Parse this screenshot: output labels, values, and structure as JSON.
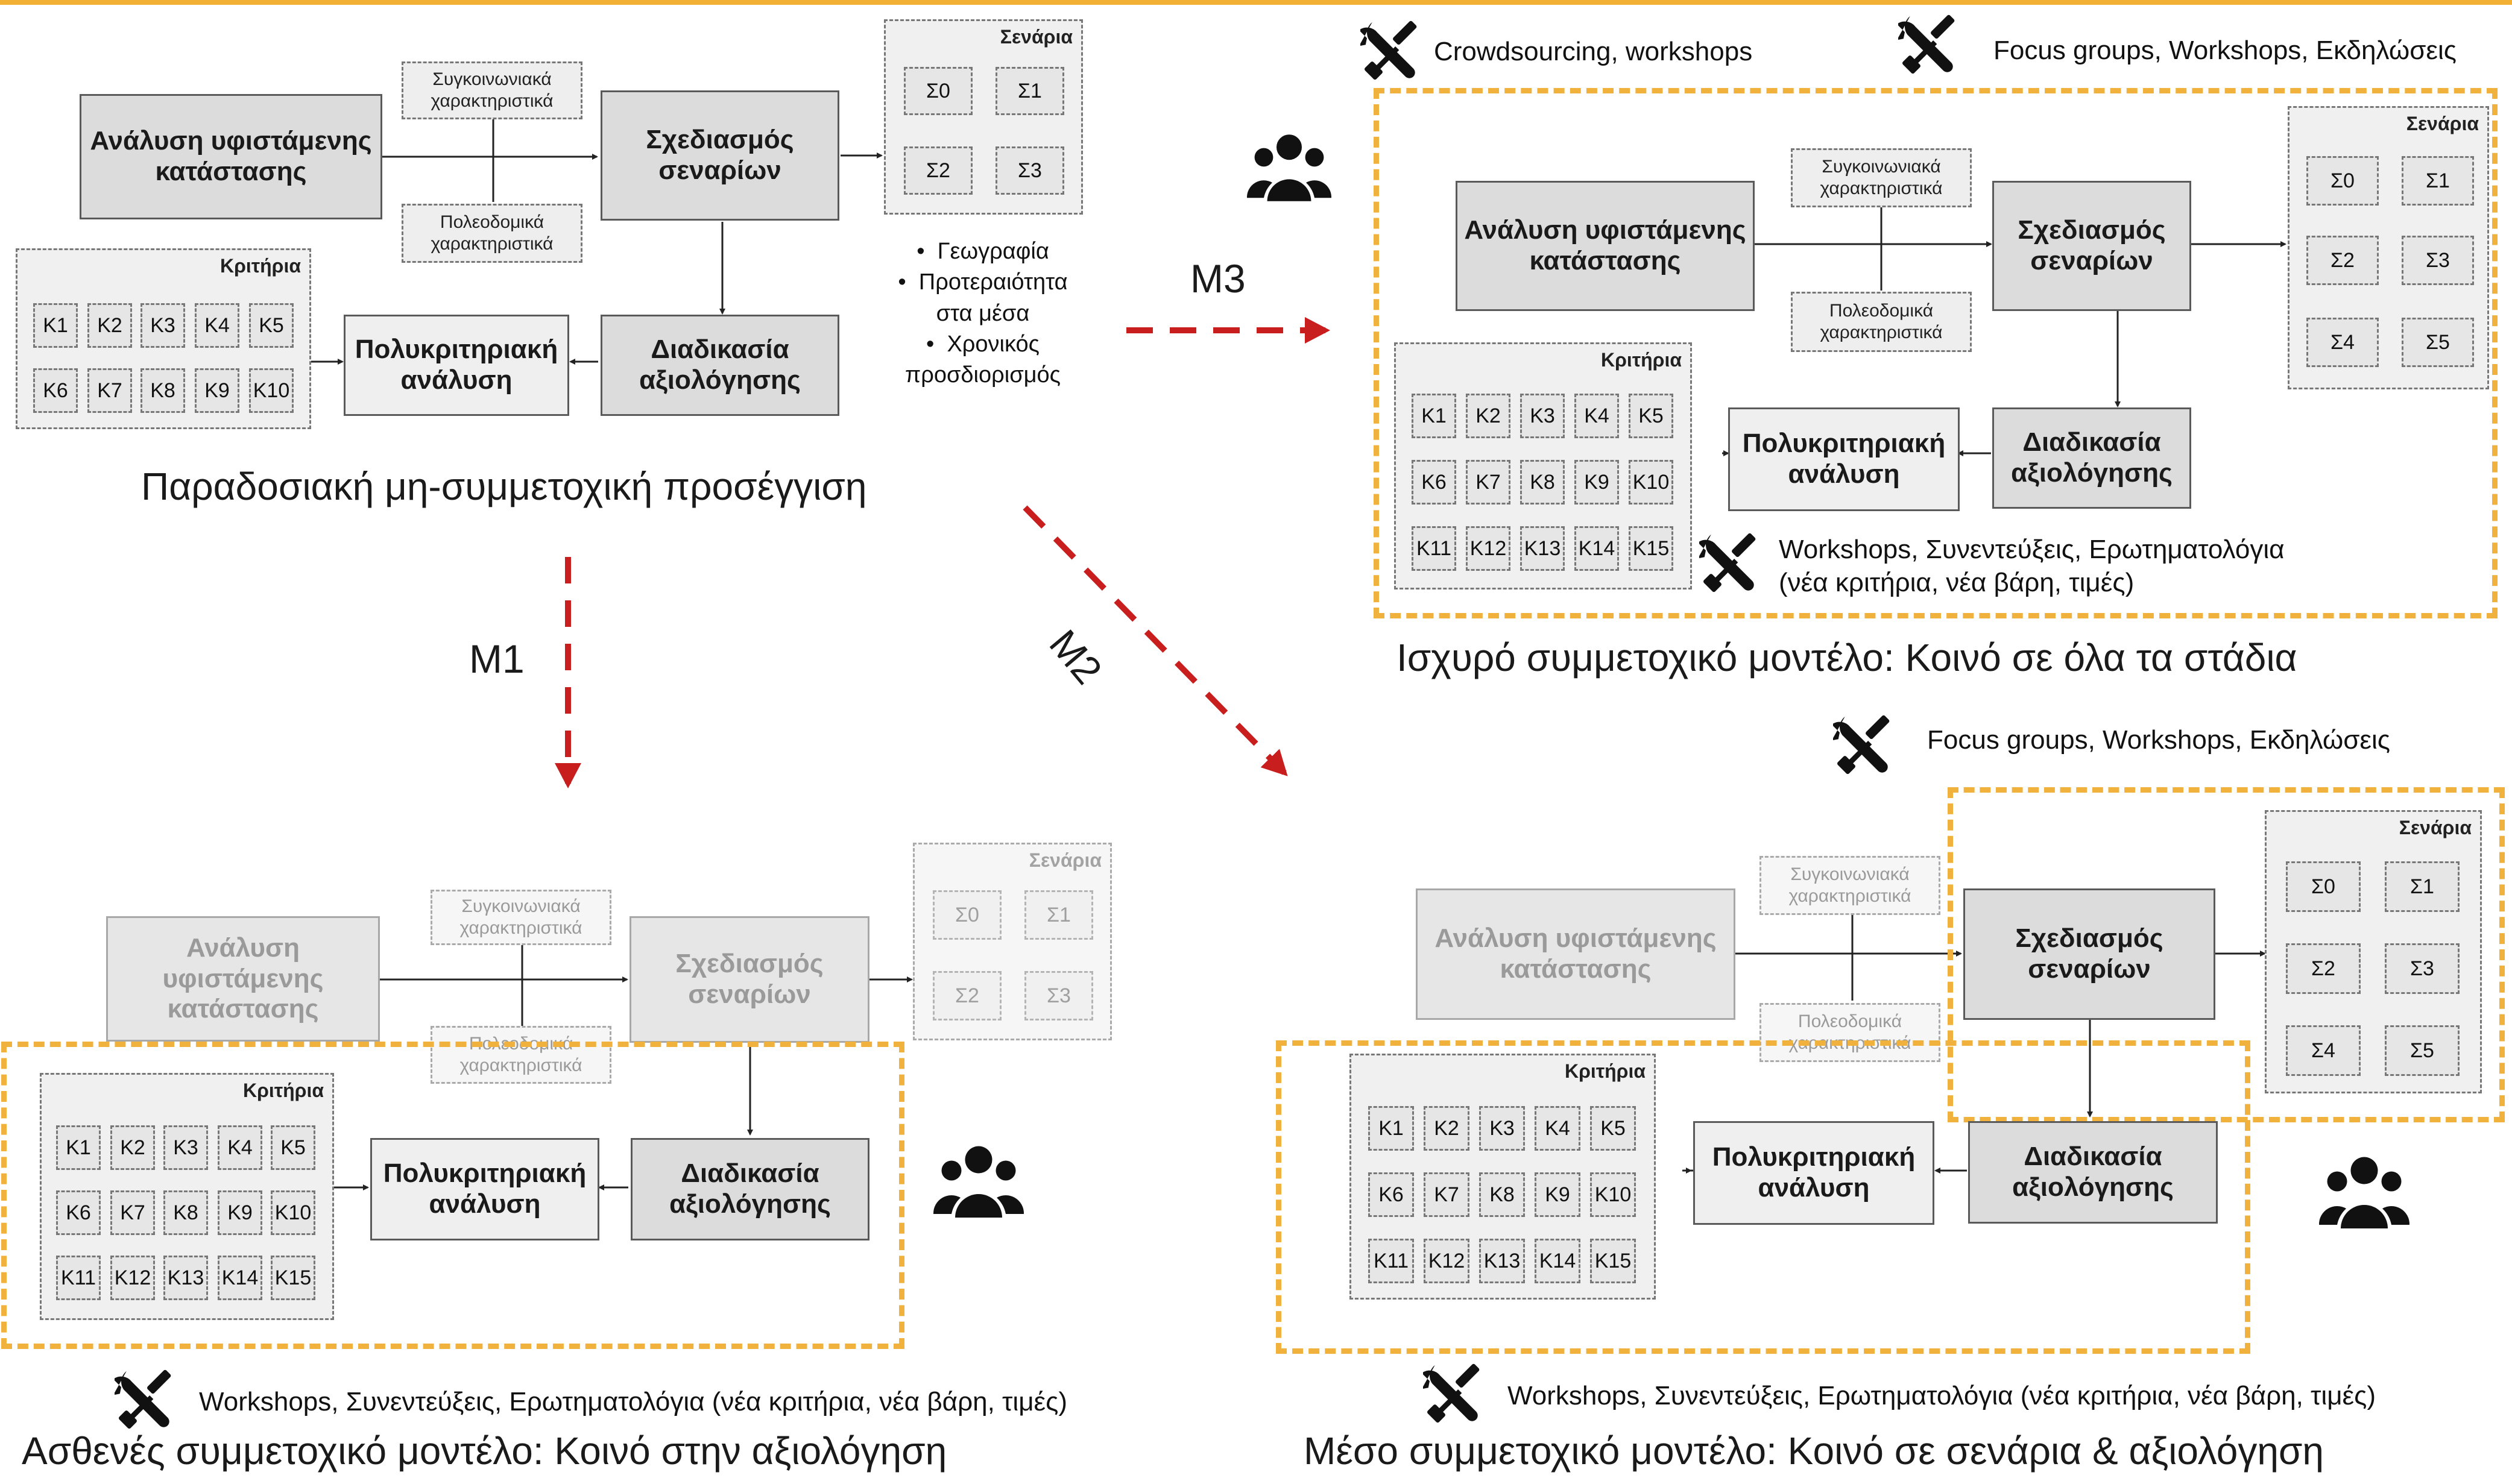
{
  "boxes": {
    "analysis": "Ανάλυση υφιστάμενης\nκατάστασης",
    "design": "Σχεδιασμός\nσεναρίων",
    "evaluation": "Διαδικασία\nαξιολόγησης",
    "mca": "Πολυκριτηριακή\nανάλυση",
    "traffic": "Συγκοινωνιακά\nχαρακτηριστικά",
    "urban": "Πολεοδομικά\nχαρακτηριστικά"
  },
  "panels": {
    "scenarios_title": "Σενάρια",
    "criteria_title": "Κριτήρια"
  },
  "scenarios_4": [
    "Σ0",
    "Σ1",
    "Σ2",
    "Σ3"
  ],
  "scenarios_6": [
    "Σ0",
    "Σ1",
    "Σ2",
    "Σ3",
    "Σ4",
    "Σ5"
  ],
  "criteria_10": [
    "Κ1",
    "Κ2",
    "Κ3",
    "Κ4",
    "Κ5",
    "Κ6",
    "Κ7",
    "Κ8",
    "Κ9",
    "Κ10"
  ],
  "criteria_15": [
    "Κ1",
    "Κ2",
    "Κ3",
    "Κ4",
    "Κ5",
    "Κ6",
    "Κ7",
    "Κ8",
    "Κ9",
    "Κ10",
    "Κ11",
    "Κ12",
    "Κ13",
    "Κ14",
    "Κ15"
  ],
  "bullets": [
    "Γεωγραφία",
    "Προτεραιότητα",
    "στα μέσα",
    "Χρονικός",
    "προσδιορισμός"
  ],
  "captions": {
    "traditional": "Παραδοσιακή μη-συμμετοχική προσέγγιση",
    "strong": "Ισχυρό συμμετοχικό μοντέλο: Κοινό σε όλα τα στάδια",
    "weak": "Ασθενές συμμετοχικό μοντέλο: Κοινό στην αξιολόγηση",
    "medium": "Μέσο συμμετοχικό μοντέλο: Κοινό σε σενάρια & αξιολόγηση"
  },
  "transitions": {
    "m1": "Μ1",
    "m2": "Μ2",
    "m3": "Μ3"
  },
  "methods": {
    "crowdsourcing": "Crowdsourcing, workshops",
    "focus_groups": "Focus groups, Workshops, Εκδηλώσεις",
    "workshops_line1": "Workshops, Συνεντεύξεις, Ερωτηματολόγια",
    "workshops_line2": "(νέα κριτήρια, νέα βάρη, τιμές)",
    "workshops_full": "Workshops, Συνεντεύξεις, Ερωτηματολόγια (νέα κριτήρια, νέα βάρη, τιμές)"
  },
  "colors": {
    "orange_frame": "#f0b23c",
    "red_arrow": "#c81e1e",
    "box_fill": "#dcdcdc"
  },
  "icons": {
    "tools": "wrench-screwdriver-icon",
    "people": "people-group-icon"
  }
}
